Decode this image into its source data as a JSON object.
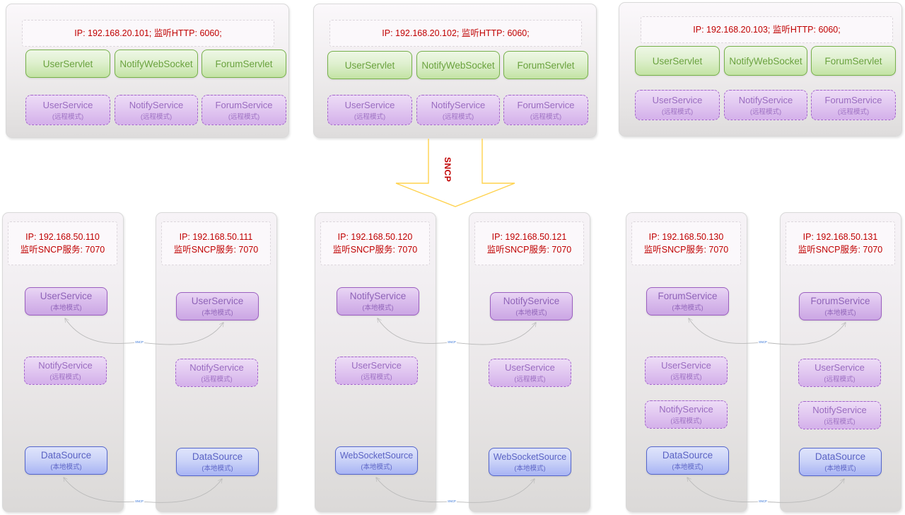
{
  "diagram": {
    "protocol_label": "SNCP",
    "link_label": "SNCP",
    "colors": {
      "header_text": "#c00000",
      "servlet_green": "#77b14b",
      "service_purple": "#9b5fc0",
      "datasource_blue": "#5566cc",
      "arrow_yellow": "#ffd24d",
      "link_gray": "#b9b9b9"
    },
    "modes": {
      "local": "(本地模式)",
      "remote": "(远程模式)"
    }
  },
  "app_nodes": [
    {
      "header": "IP: 192.168.20.101;  监听HTTP: 6060;",
      "servlets": [
        "UserServlet",
        "NotifyWebSocket",
        "ForumServlet"
      ],
      "services": [
        {
          "name": "UserService",
          "mode": "(远程模式)"
        },
        {
          "name": "NotifyService",
          "mode": "(远程模式)"
        },
        {
          "name": "ForumService",
          "mode": "(远程模式)"
        }
      ]
    },
    {
      "header": "IP: 192.168.20.102;  监听HTTP: 6060;",
      "servlets": [
        "UserServlet",
        "NotifyWebSocket",
        "ForumServlet"
      ],
      "services": [
        {
          "name": "UserService",
          "mode": "(远程模式)"
        },
        {
          "name": "NotifyService",
          "mode": "(远程模式)"
        },
        {
          "name": "ForumService",
          "mode": "(远程模式)"
        }
      ]
    },
    {
      "header": "IP: 192.168.20.103;  监听HTTP: 6060;",
      "servlets": [
        "UserServlet",
        "NotifyWebSocket",
        "ForumServlet"
      ],
      "services": [
        {
          "name": "UserService",
          "mode": "(远程模式)"
        },
        {
          "name": "NotifyService",
          "mode": "(远程模式)"
        },
        {
          "name": "ForumService",
          "mode": "(远程模式)"
        }
      ]
    }
  ],
  "service_nodes": [
    {
      "ip_line": "IP: 192.168.50.110",
      "port_line": "监听SNCP服务: 7070",
      "items": [
        {
          "name": "UserService",
          "mode": "(本地模式)",
          "kind": "purple-solid"
        },
        {
          "name": "NotifyService",
          "mode": "(远程模式)",
          "kind": "purple-dash"
        },
        {
          "name": "DataSource",
          "mode": "(本地模式)",
          "kind": "blue"
        }
      ]
    },
    {
      "ip_line": "IP: 192.168.50.111",
      "port_line": "监听SNCP服务: 7070",
      "items": [
        {
          "name": "UserService",
          "mode": "(本地模式)",
          "kind": "purple-solid"
        },
        {
          "name": "NotifyService",
          "mode": "(远程模式)",
          "kind": "purple-dash"
        },
        {
          "name": "DataSource",
          "mode": "(本地模式)",
          "kind": "blue"
        }
      ]
    },
    {
      "ip_line": "IP: 192.168.50.120",
      "port_line": "监听SNCP服务: 7070",
      "items": [
        {
          "name": "NotifyService",
          "mode": "(本地模式)",
          "kind": "purple-solid"
        },
        {
          "name": "UserService",
          "mode": "(远程模式)",
          "kind": "purple-dash"
        },
        {
          "name": "WebSocketSource",
          "mode": "(本地模式)",
          "kind": "blue"
        }
      ]
    },
    {
      "ip_line": "IP: 192.168.50.121",
      "port_line": "监听SNCP服务: 7070",
      "items": [
        {
          "name": "NotifyService",
          "mode": "(本地模式)",
          "kind": "purple-solid"
        },
        {
          "name": "UserService",
          "mode": "(远程模式)",
          "kind": "purple-dash"
        },
        {
          "name": "WebSocketSource",
          "mode": "(本地模式)",
          "kind": "blue"
        }
      ]
    },
    {
      "ip_line": "IP: 192.168.50.130",
      "port_line": "监听SNCP服务: 7070",
      "items": [
        {
          "name": "ForumService",
          "mode": "(本地模式)",
          "kind": "purple-solid"
        },
        {
          "name": "UserService",
          "mode": "(远程模式)",
          "kind": "purple-dash"
        },
        {
          "name": "NotifyService",
          "mode": "(远程模式)",
          "kind": "purple-dash"
        },
        {
          "name": "DataSource",
          "mode": "(本地模式)",
          "kind": "blue"
        }
      ]
    },
    {
      "ip_line": "IP: 192.168.50.131",
      "port_line": "监听SNCP服务: 7070",
      "items": [
        {
          "name": "ForumService",
          "mode": "(本地模式)",
          "kind": "purple-solid"
        },
        {
          "name": "UserService",
          "mode": "(远程模式)",
          "kind": "purple-dash"
        },
        {
          "name": "NotifyService",
          "mode": "(远程模式)",
          "kind": "purple-dash"
        },
        {
          "name": "DataSource",
          "mode": "(本地模式)",
          "kind": "blue"
        }
      ]
    }
  ]
}
